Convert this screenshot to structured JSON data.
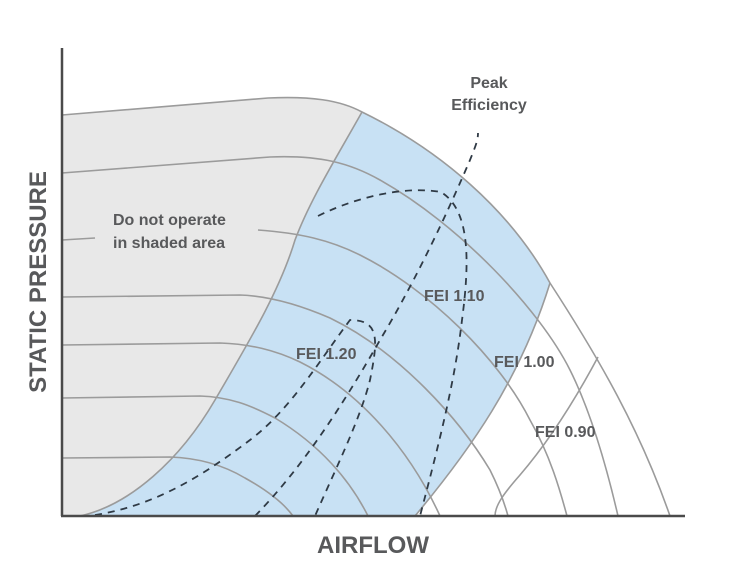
{
  "chart_data": {
    "type": "line",
    "title": "",
    "xlabel": "AIRFLOW",
    "ylabel": "STATIC PRESSURE",
    "grid": false,
    "annotations": [
      {
        "text_lines": [
          "Do not operate",
          "in shaded area"
        ],
        "region": "shaded-gray"
      },
      {
        "text_lines": [
          "Peak",
          "Efficiency"
        ],
        "target": "peak-efficiency-line"
      }
    ],
    "regions": [
      {
        "name": "Do not operate (shaded area)",
        "color": "#e8e8e8"
      },
      {
        "name": "Acceptable FEI operating region",
        "color": "#c8e1f4"
      }
    ],
    "series": [
      {
        "name": "FEI 1.20",
        "style": "dashed contour"
      },
      {
        "name": "FEI 1.10",
        "style": "dashed contour"
      },
      {
        "name": "FEI 1.00",
        "style": "solid boundary"
      },
      {
        "name": "FEI 0.90",
        "style": "solid boundary"
      },
      {
        "name": "Peak Efficiency",
        "style": "dashed line"
      },
      {
        "name": "System/fan speed curves",
        "style": "solid gray",
        "count": 7
      }
    ],
    "fei_labels": [
      "FEI 1.20",
      "FEI 1.10",
      "FEI 1.00",
      "FEI 0.90"
    ]
  },
  "labels": {
    "x_axis": "AIRFLOW",
    "y_axis": "STATIC PRESSURE",
    "do_not_operate_1": "Do not operate",
    "do_not_operate_2": "in shaded area",
    "peak_1": "Peak",
    "peak_2": "Efficiency",
    "fei_120": "FEI 1.20",
    "fei_110": "FEI 1.10",
    "fei_100": "FEI 1.00",
    "fei_090": "FEI 0.90"
  },
  "colors": {
    "shaded": "#e8e8e8",
    "blue": "#c8e1f4",
    "curve": "#9b9b9b",
    "axis": "#4a4a4a",
    "text": "#58595b",
    "dash": "#2f3a45"
  }
}
